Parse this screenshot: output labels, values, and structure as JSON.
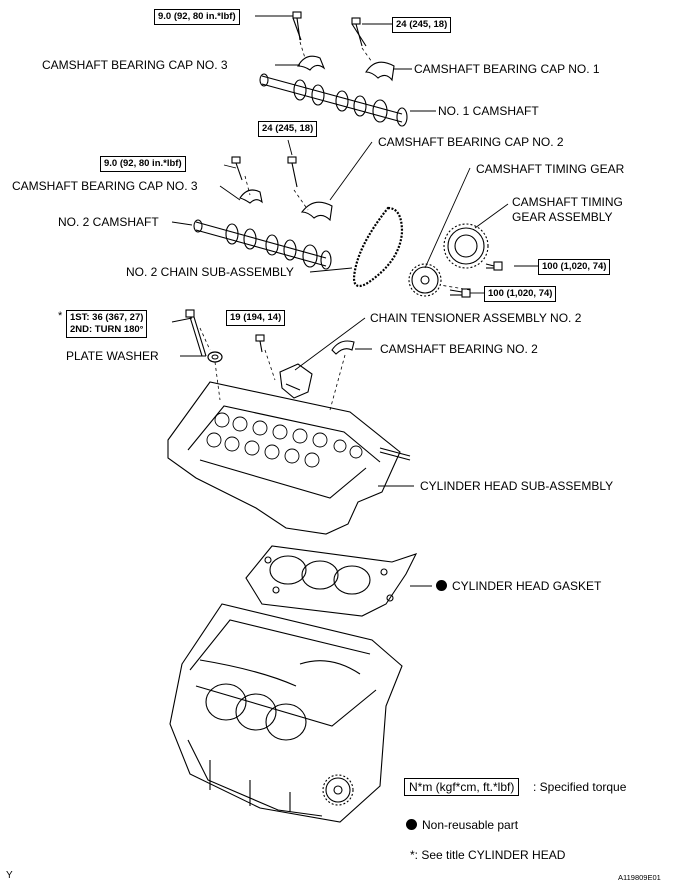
{
  "torque": {
    "t1": "9.0 (92, 80 in.*lbf)",
    "t2": "24 (245, 18)",
    "t3": "24 (245, 18)",
    "t4": "9.0 (92, 80 in.*lbf)",
    "t5": "100 (1,020, 74)",
    "t6": "100 (1,020, 74)",
    "t7": "19 (194, 14)",
    "asterisk": "*",
    "t8_line1": "1ST: 36 (367, 27)",
    "t8_line2": "2ND: TURN 180°"
  },
  "labels": {
    "cap3a": "CAMSHAFT BEARING CAP NO. 3",
    "cap1": "CAMSHAFT BEARING CAP NO. 1",
    "cam1": "NO. 1 CAMSHAFT",
    "cap2": "CAMSHAFT BEARING CAP NO. 2",
    "gear": "CAMSHAFT TIMING GEAR",
    "cap3b": "CAMSHAFT BEARING CAP NO. 3",
    "gear_asm_1": "CAMSHAFT TIMING",
    "gear_asm_2": "GEAR ASSEMBLY",
    "cam2": "NO. 2 CAMSHAFT",
    "chain": "NO. 2 CHAIN SUB-ASSEMBLY",
    "tensioner": "CHAIN TENSIONER ASSEMBLY NO. 2",
    "bearing": "CAMSHAFT BEARING NO. 2",
    "washer": "PLATE WASHER",
    "head": "CYLINDER HEAD SUB-ASSEMBLY",
    "gasket": "CYLINDER HEAD GASKET"
  },
  "legend": {
    "unit_box": "N*m (kgf*cm, ft.*lbf)",
    "unit_text": ": Specified torque",
    "nonreusable": "Non-reusable part",
    "asterisk_note": "*: See title CYLINDER HEAD"
  },
  "corner": {
    "left": "Y",
    "figure_id": "A119809E01"
  }
}
